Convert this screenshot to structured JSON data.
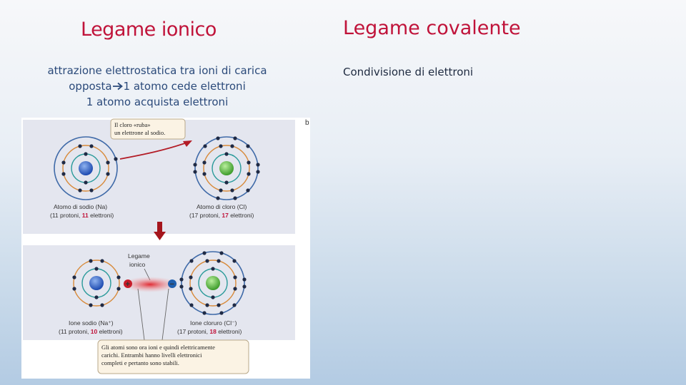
{
  "slide": {
    "left_title": "Legame ionico",
    "right_title": "Legame covalente",
    "left_description": [
      "attrazione elettrostatica tra ioni di carica",
      "opposta",
      "1 atomo cede elettroni",
      "1 atomo acquista elettroni"
    ],
    "right_description": "Condivisione di elettroni",
    "accent_color": "#c0133a",
    "text_color": "#2b4a7a"
  },
  "figure": {
    "callout_top": [
      "Il cloro «ruba»",
      "un elettrone al sodio."
    ],
    "sodium_atom": {
      "label": "Atomo di sodio (Na)",
      "detail_prefix": "(11 protoni, ",
      "detail_highlight": "11",
      "detail_suffix": " elettroni)"
    },
    "chlorine_atom": {
      "label": "Atomo di cloro (Cl)",
      "detail_prefix": "(17 protoni, ",
      "detail_highlight": "17",
      "detail_suffix": " elettroni)"
    },
    "bond_label": [
      "Legame",
      "ionico"
    ],
    "plus_sign": "+",
    "minus_sign": "−",
    "sodium_ion": {
      "label": "Ione sodio (Na⁺)",
      "detail_prefix": "(11 protoni, ",
      "detail_highlight": "10",
      "detail_suffix": " elettroni)"
    },
    "chloride_ion": {
      "label": "Ione cloruro (Cl⁻)",
      "detail_prefix": "(17 protoni, ",
      "detail_highlight": "18",
      "detail_suffix": " elettroni)"
    },
    "callout_bottom": [
      "Gli atomi sono ora ioni e quindi elettricamente",
      "carichi. Entrambi hanno livelli elettronici",
      "completi e pertanto sono stabili."
    ],
    "corner_mark": "b",
    "highlight_color": "#c0133a"
  }
}
